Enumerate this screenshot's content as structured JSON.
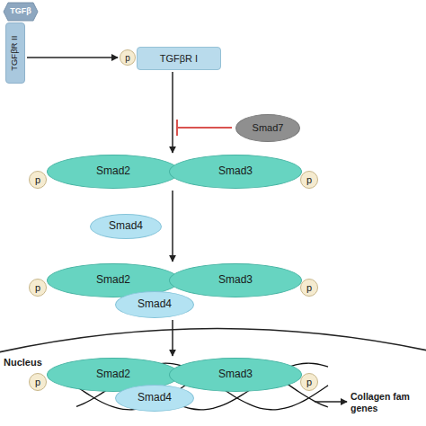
{
  "diagram": {
    "nodes": [
      {
        "text": [
          "TGFβ"
        ]
      },
      {
        "text": [
          "TGFβR II"
        ]
      },
      {
        "text": [
          "p"
        ]
      },
      {
        "text": [
          "TGFβR I"
        ]
      },
      {
        "text": [
          "Smad7"
        ]
      },
      {
        "text": [
          "p"
        ]
      },
      {
        "text": [
          "Smad2"
        ]
      },
      {
        "text": [
          "Smad3"
        ]
      },
      {
        "text": [
          "p"
        ]
      },
      {
        "text": [
          "Smad4"
        ]
      },
      {
        "text": [
          "p"
        ]
      },
      {
        "text": [
          "Smad2"
        ]
      },
      {
        "text": [
          "Smad3"
        ]
      },
      {
        "text": [
          "p"
        ]
      },
      {
        "text": [
          "Smad4"
        ]
      },
      {
        "text": [
          "p"
        ]
      },
      {
        "text": [
          "Smad2"
        ]
      },
      {
        "text": [
          "Smad3"
        ]
      },
      {
        "text": [
          "p"
        ]
      },
      {
        "text": [
          "Smad4"
        ]
      }
    ],
    "edges": [
      {
        "from": 1,
        "to": 2,
        "arrow": "to"
      },
      {
        "from": 3,
        "to": 6,
        "arrow": "to"
      },
      {
        "from": 6,
        "to": 11,
        "arrow": "to"
      },
      {
        "from": 14,
        "to": 16,
        "arrow": "to"
      }
    ],
    "labels": [
      "Nucleus",
      "Collagen fam genes"
    ]
  }
}
